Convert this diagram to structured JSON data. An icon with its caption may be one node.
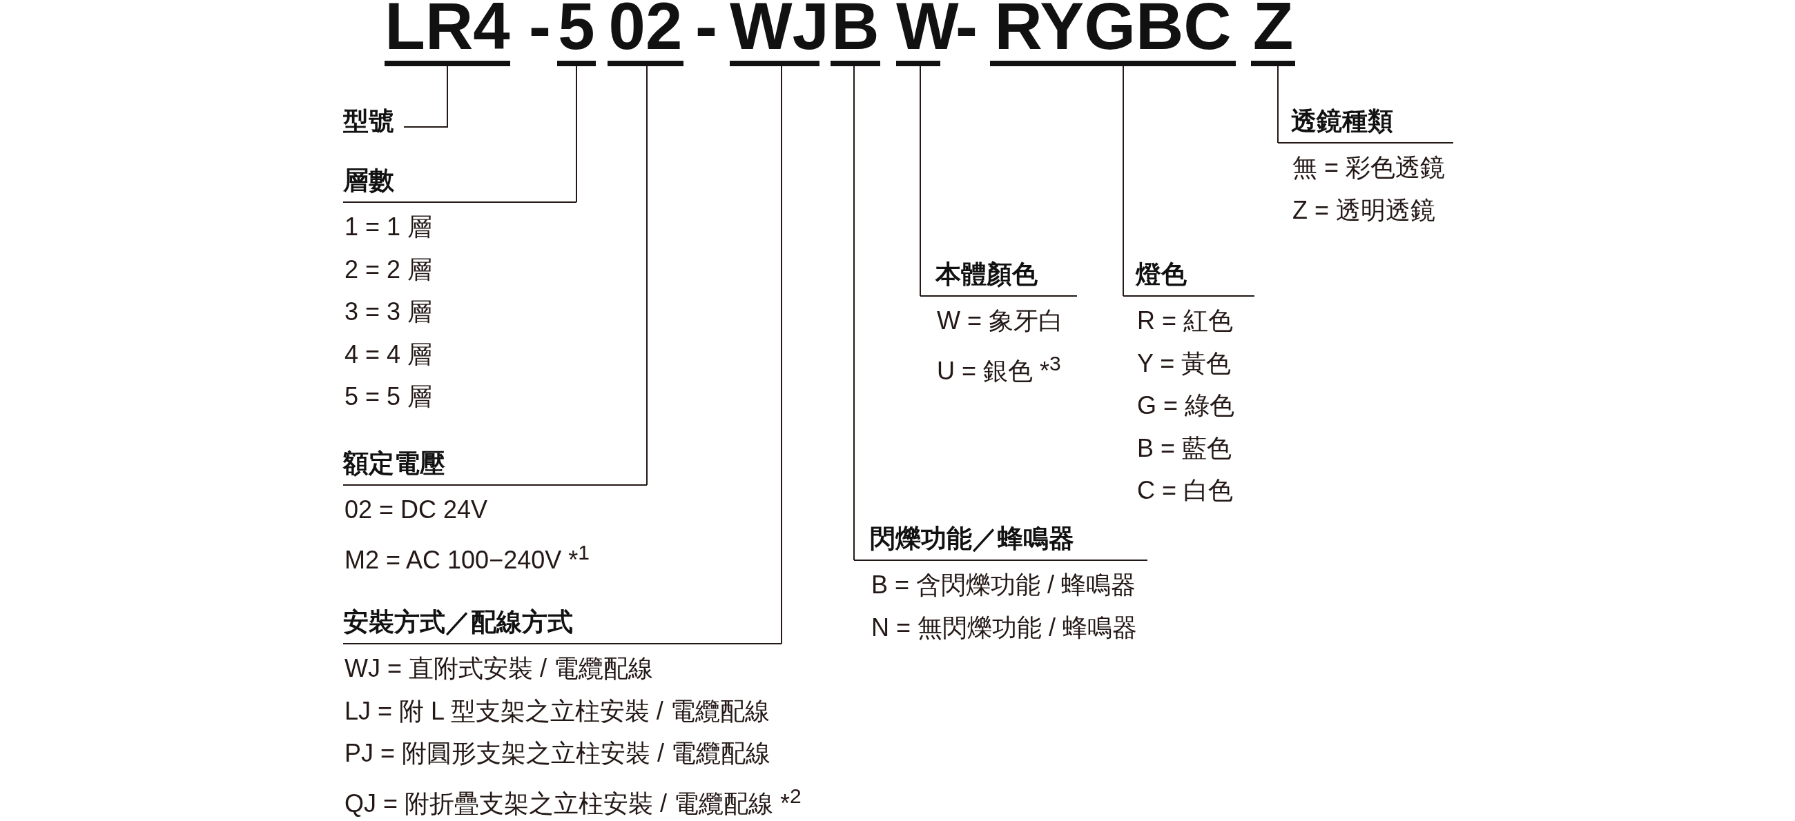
{
  "diagram": {
    "nodes": [
      {
        "text": [
          "LR4"
        ]
      },
      {
        "text": [
          "5"
        ]
      },
      {
        "text": [
          "02"
        ]
      },
      {
        "text": [
          "WJ"
        ]
      },
      {
        "text": [
          "B"
        ]
      },
      {
        "text": [
          "W"
        ]
      },
      {
        "text": [
          "RYGBC"
        ]
      },
      {
        "text": [
          "Z"
        ]
      },
      {
        "text": [
          "型號"
        ]
      },
      {
        "text": [
          "層數",
          "1 = 1 層",
          "2 = 2 層",
          "3 = 3 層",
          "4 = 4 層",
          "5 = 5 層"
        ]
      },
      {
        "text": [
          "額定電壓",
          "02 = DC 24V",
          "M2 = AC 100−240V *$^{1}$"
        ]
      },
      {
        "text": [
          "安裝方式／配線方式",
          "WJ = 直附式安裝 / 電纜配線",
          "LJ = 附 L 型支架之立柱安裝 / 電纜配線",
          "PJ = 附圓形支架之立柱安裝 / 電纜配線",
          "QJ = 附折疊支架之立柱安裝 / 電纜配線 *$^{2}$"
        ]
      },
      {
        "text": [
          "閃爍功能／蜂鳴器",
          "B = 含閃爍功能 / 蜂鳴器",
          "N = 無閃爍功能 / 蜂鳴器"
        ]
      },
      {
        "text": [
          "本體顏色",
          "W = 象牙白",
          "U = 銀色 *$^{3}$"
        ]
      },
      {
        "text": [
          "燈色",
          "R = 紅色",
          "Y = 黃色",
          "G = 綠色",
          "B = 藍色",
          "C = 白色"
        ]
      },
      {
        "text": [
          "透鏡種類",
          "無 = 彩色透鏡",
          "Z = 透明透鏡"
        ]
      }
    ],
    "edges": [
      {
        "from": 0,
        "to": 8,
        "arrow": "none"
      },
      {
        "from": 1,
        "to": 9,
        "arrow": "none"
      },
      {
        "from": 2,
        "to": 10,
        "arrow": "none"
      },
      {
        "from": 3,
        "to": 11,
        "arrow": "none"
      },
      {
        "from": 4,
        "to": 12,
        "arrow": "none"
      },
      {
        "from": 5,
        "to": 13,
        "arrow": "none"
      },
      {
        "from": 6,
        "to": 14,
        "arrow": "none"
      },
      {
        "from": 7,
        "to": 15,
        "arrow": "none"
      }
    ],
    "labels": [
      "-",
      "-",
      "-"
    ]
  }
}
